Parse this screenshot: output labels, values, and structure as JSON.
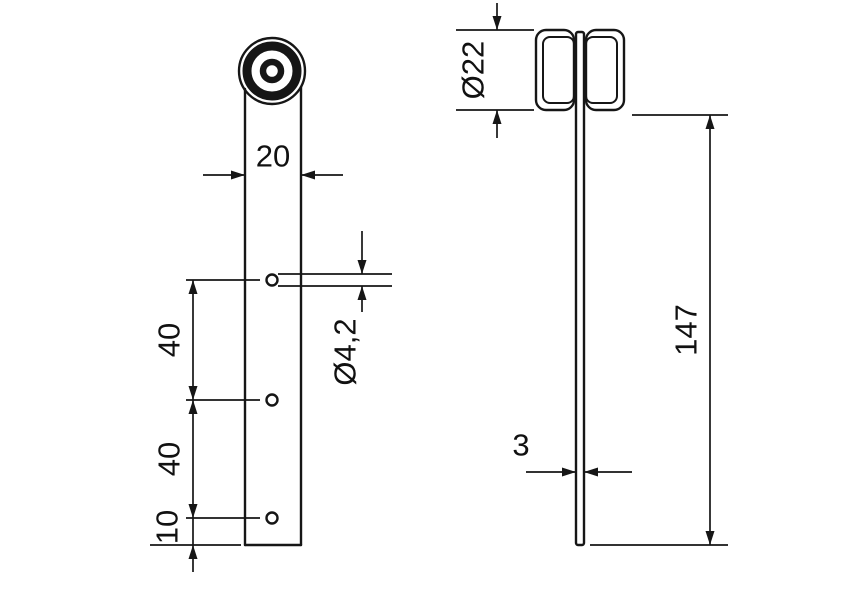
{
  "drawing": {
    "type": "technical-drawing",
    "views": {
      "front": {
        "bar_width": "20",
        "hole_diameter": "Ø4,2",
        "hole_spacing_upper": "40",
        "hole_spacing_lower": "40",
        "hole_bottom_offset": "10"
      },
      "side": {
        "roller_diameter": "Ø22",
        "strap_thickness": "3",
        "strap_length": "147"
      }
    },
    "colors": {
      "line": "#161616",
      "background": "#ffffff"
    }
  }
}
